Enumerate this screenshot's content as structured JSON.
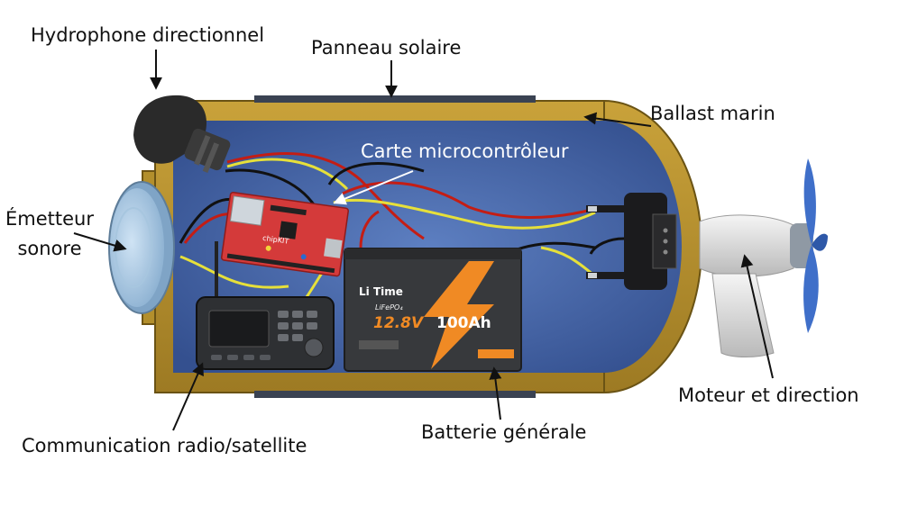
{
  "labels": {
    "hydrophone": "Hydrophone directionnel",
    "solar_panel": "Panneau solaire",
    "ballast": "Ballast marin",
    "microcontroller": "Carte microcontrôleur",
    "emitter_line1": "Émetteur",
    "emitter_line2": "sonore",
    "motor": "Moteur et direction",
    "battery": "Batterie générale",
    "radio": "Communication radio/satellite"
  },
  "battery_print": {
    "brand": "Li Time",
    "chem": "LiFePO₄",
    "voltage": "12.8V",
    "capacity": "100Ah"
  },
  "board_print": "chipKIT",
  "colors": {
    "hull": "#b38f2c",
    "interior": "#4c6aa8",
    "wire_red": "#c41d14",
    "wire_yellow": "#e6e03a",
    "wire_black": "#111111",
    "propeller": "#3f6fc9"
  }
}
